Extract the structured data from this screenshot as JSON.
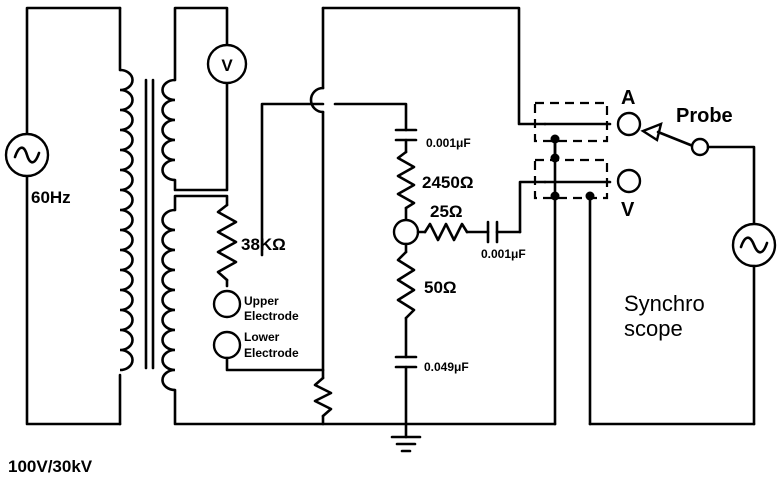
{
  "source": {
    "freq_label": "60Hz"
  },
  "transformer": {
    "rating_label": "100V/30kV"
  },
  "voltmeter": {
    "symbol": "V"
  },
  "resistor_38k": {
    "label": "38KΩ"
  },
  "electrodes": {
    "upper": [
      "Upper",
      "Electrode"
    ],
    "lower": [
      "Lower",
      "Electrode"
    ]
  },
  "divider": {
    "cap_top": "0.001μF",
    "r_top": "2450Ω",
    "r_series": "25Ω",
    "cap_series": "0.001μF",
    "r_bottom": "50Ω",
    "cap_bottom": "0.049μF"
  },
  "switch": {
    "terminal_a": "A",
    "terminal_v": "V",
    "probe_label": "Probe"
  },
  "scope": {
    "label_line1": "Synchro",
    "label_line2": "scope"
  }
}
